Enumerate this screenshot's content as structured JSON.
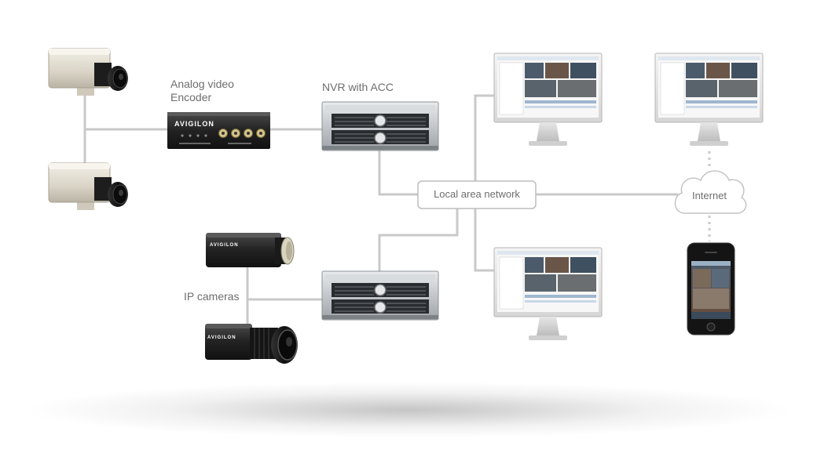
{
  "labels": {
    "encoder": "Analog video\nEncoder",
    "nvr": "NVR with ACC",
    "ip_cameras": "IP cameras",
    "lan": "Local area network",
    "internet": "Internet"
  },
  "brand": {
    "encoder_logo": "AVIGILON",
    "camera_logo": "AVIGILON"
  },
  "colors": {
    "line": "#c9c9c9",
    "box_border": "#bdbdbd",
    "label": "#6e6e6e",
    "device_dark": "#2b2b2b",
    "server_silver": "#bfc3c7"
  }
}
